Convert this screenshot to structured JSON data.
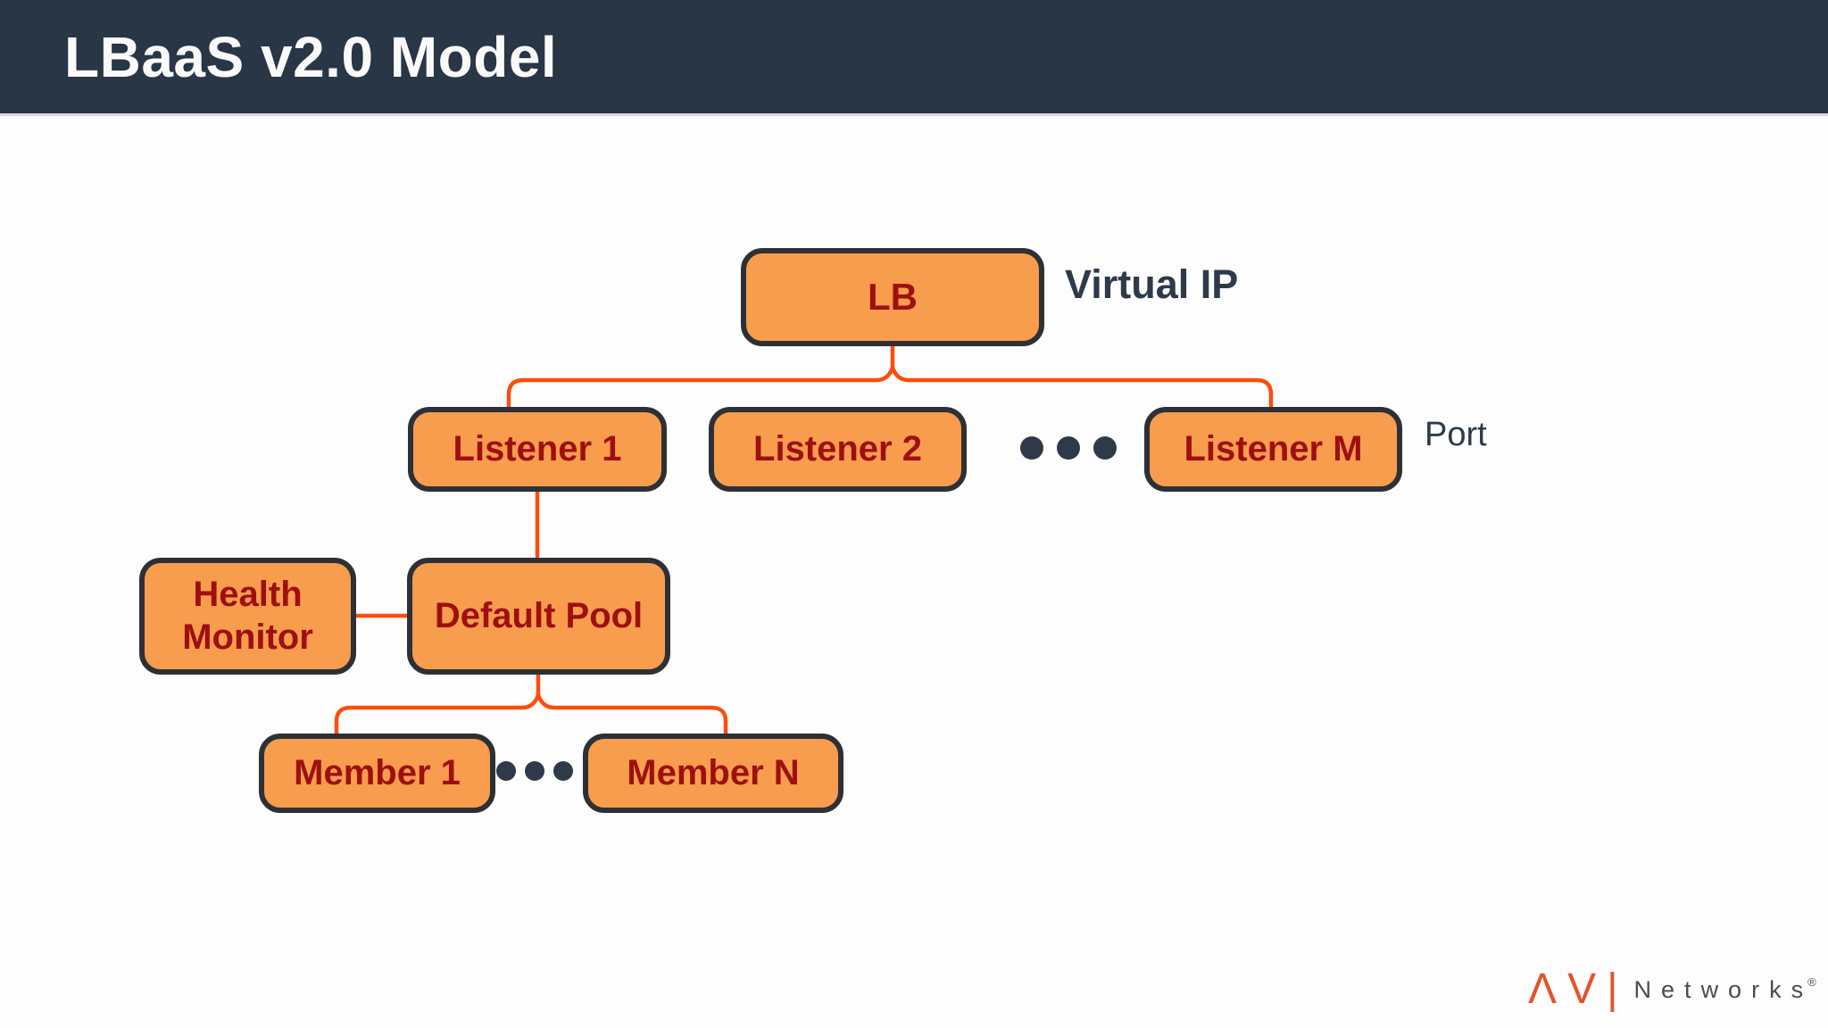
{
  "header": {
    "title": "LBaaS v2.0 Model"
  },
  "diagram": {
    "nodes": {
      "lb": "LB",
      "listener1": "Listener 1",
      "listener2": "Listener 2",
      "listener_m": "Listener M",
      "health_monitor": "Health Monitor",
      "default_pool": "Default Pool",
      "member1": "Member 1",
      "member_n": "Member N"
    },
    "annotations": {
      "virtual_ip": "Virtual IP",
      "port": "Port"
    },
    "icons": {
      "listeners_ellipsis": "ellipsis-dots",
      "members_ellipsis": "ellipsis-dots"
    }
  },
  "logo": {
    "mark": "ΛV|",
    "name": "Networks",
    "registered": "®"
  },
  "colors": {
    "header_bg": "#283646",
    "canvas_bg": "#fdfdfd",
    "node_fill": "#f89c4e",
    "node_border": "#2d3136",
    "node_text": "#9e1010",
    "connector": "#fb4e0c",
    "ink": "#2e3a49",
    "logo_mark": "#e4532a",
    "logo_name": "#4c4c4c"
  }
}
